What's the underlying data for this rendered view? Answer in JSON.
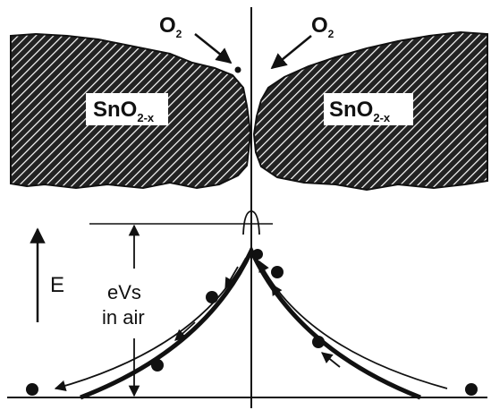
{
  "labels": {
    "oxygen_left": "O",
    "oxygen_left_sub": "2",
    "oxygen_right": "O",
    "oxygen_right_sub": "2",
    "grain_left": "SnO",
    "grain_left_sub": "2-x",
    "grain_right": "SnO",
    "grain_right_sub": "2-x",
    "energy_axis": "E",
    "barrier_line1": "eVs",
    "barrier_line2": "in air"
  },
  "colors": {
    "ink": "#111111",
    "background": "#ffffff"
  }
}
